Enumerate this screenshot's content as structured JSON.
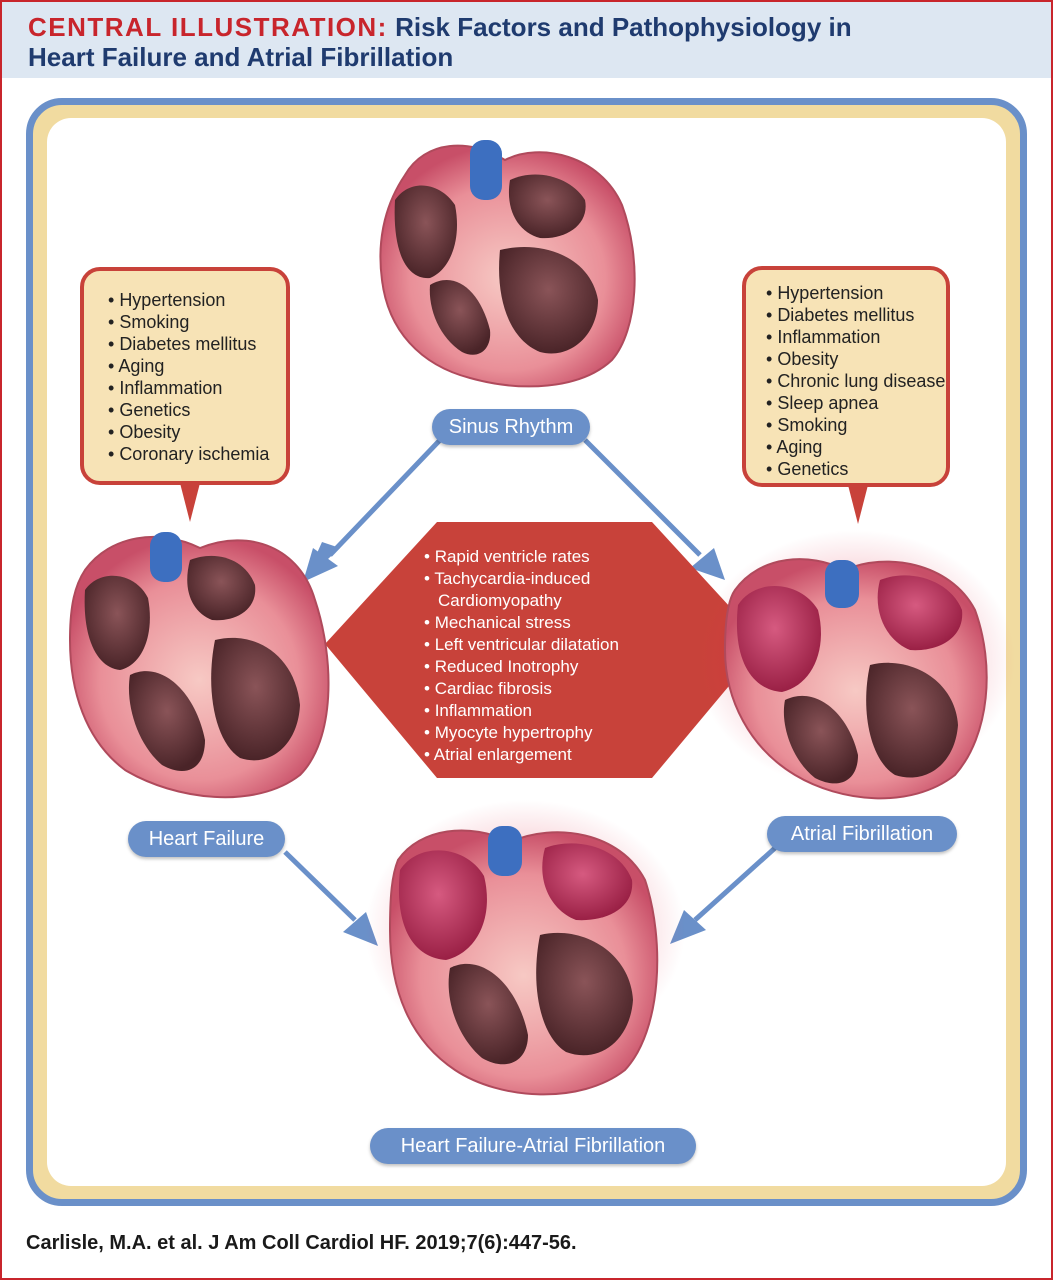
{
  "title": {
    "kicker": "CENTRAL ILLUSTRATION:",
    "line1": "Risk Factors and Pathophysiology in",
    "line2": "Heart Failure and Atrial Fibrillation"
  },
  "labels": {
    "sinus_rhythm": "Sinus Rhythm",
    "heart_failure": "Heart Failure",
    "atrial_fibrillation": "Atrial Fibrillation",
    "hf_af": "Heart Failure-Atrial Fibrillation"
  },
  "hf_risk_factors": [
    "Hypertension",
    "Smoking",
    "Diabetes mellitus",
    "Aging",
    "Inflammation",
    "Genetics",
    "Obesity",
    "Coronary ischemia"
  ],
  "af_risk_factors": [
    "Hypertension",
    "Diabetes mellitus",
    "Inflammation",
    "Obesity",
    "Chronic lung disease",
    "Sleep apnea",
    "Smoking",
    "Aging",
    "Genetics"
  ],
  "mechanisms": {
    "m0": "Rapid ventricle rates",
    "m1a": "Tachycardia-induced",
    "m1b": "Cardiomyopathy",
    "m2": "Mechanical stress",
    "m3": "Left ventricular dilatation",
    "m4": "Reduced Inotrophy",
    "m5": "Cardiac fibrosis",
    "m6": "Inflammation",
    "m7": "Myocyte hypertrophy",
    "m8": "Atrial enlargement"
  },
  "citation": "Carlisle, M.A. et al. J Am Coll Cardiol HF. 2019;7(6):447-56.",
  "colors": {
    "accent_red": "#c8252c",
    "navy": "#1f3b6f",
    "arrow_blue": "#6a90c9",
    "callout_fill": "#f7e3b6",
    "hexagon_red": "#c8423a"
  }
}
